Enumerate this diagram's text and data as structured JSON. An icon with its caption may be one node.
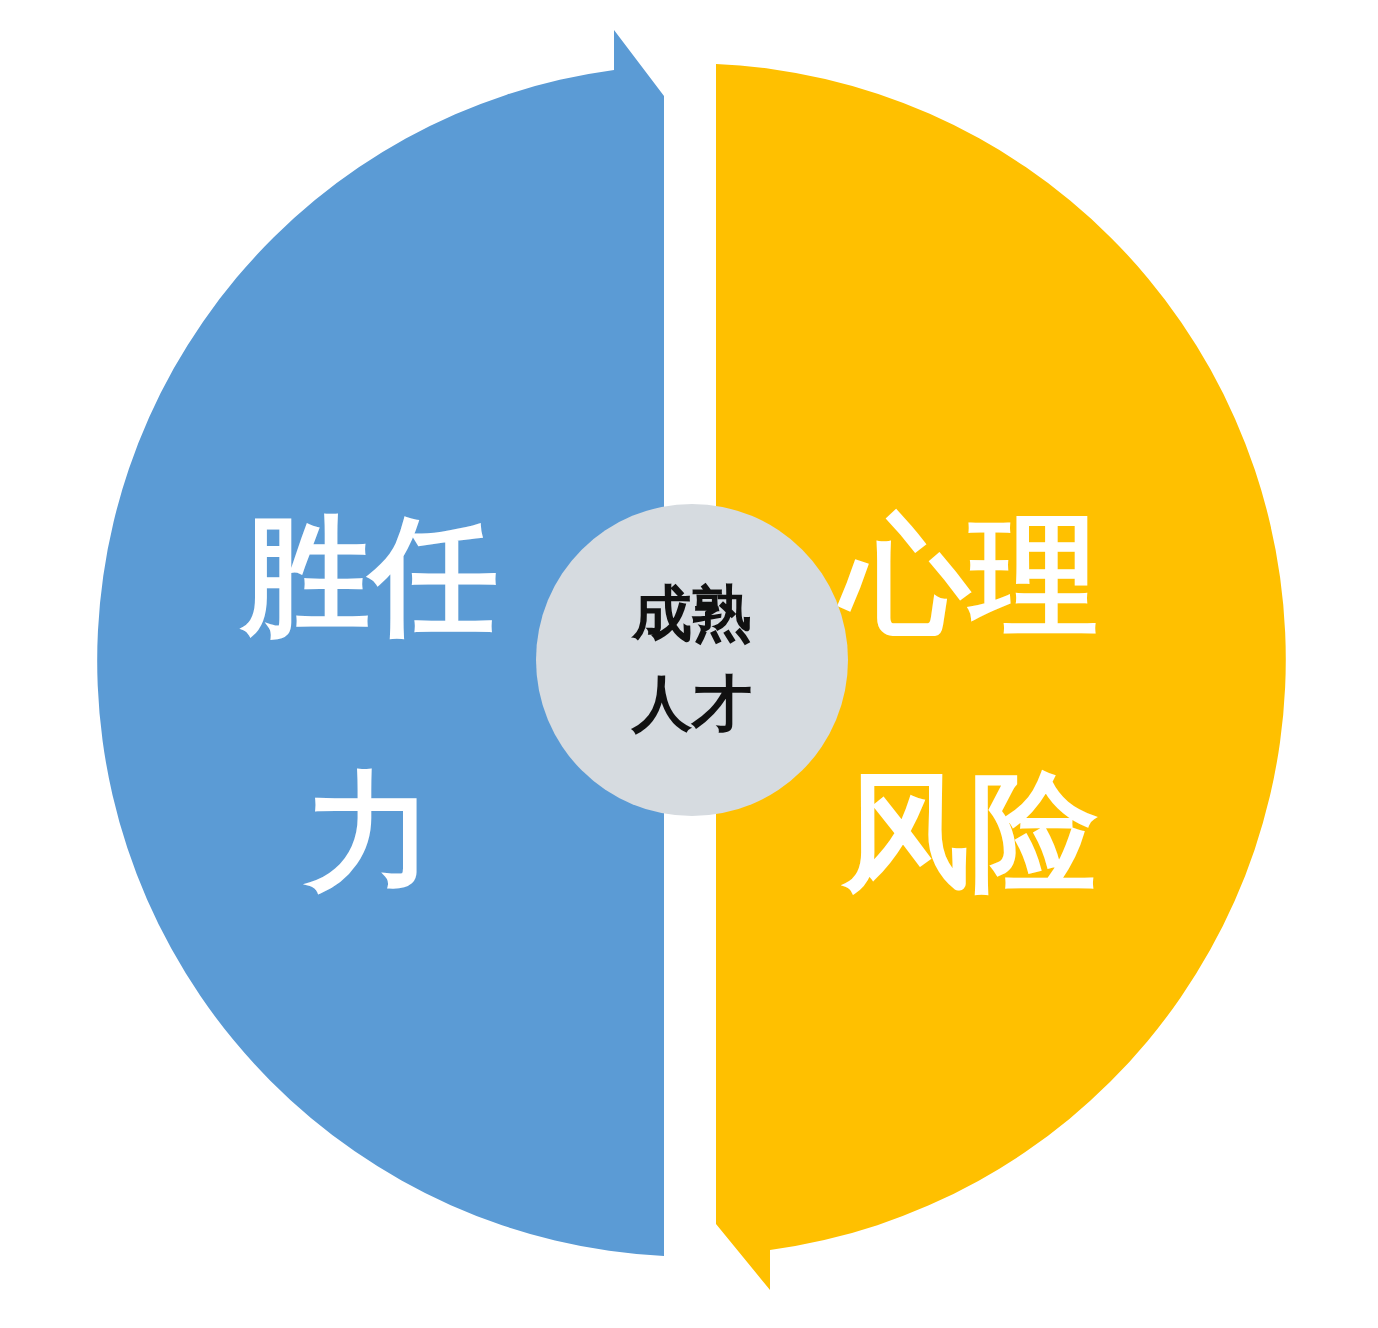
{
  "diagram": {
    "nodes": [
      {
        "text": [
          "胜任力"
        ]
      },
      {
        "text": [
          "心理风险"
        ]
      },
      {
        "text": [
          "成熟人才"
        ]
      }
    ]
  }
}
